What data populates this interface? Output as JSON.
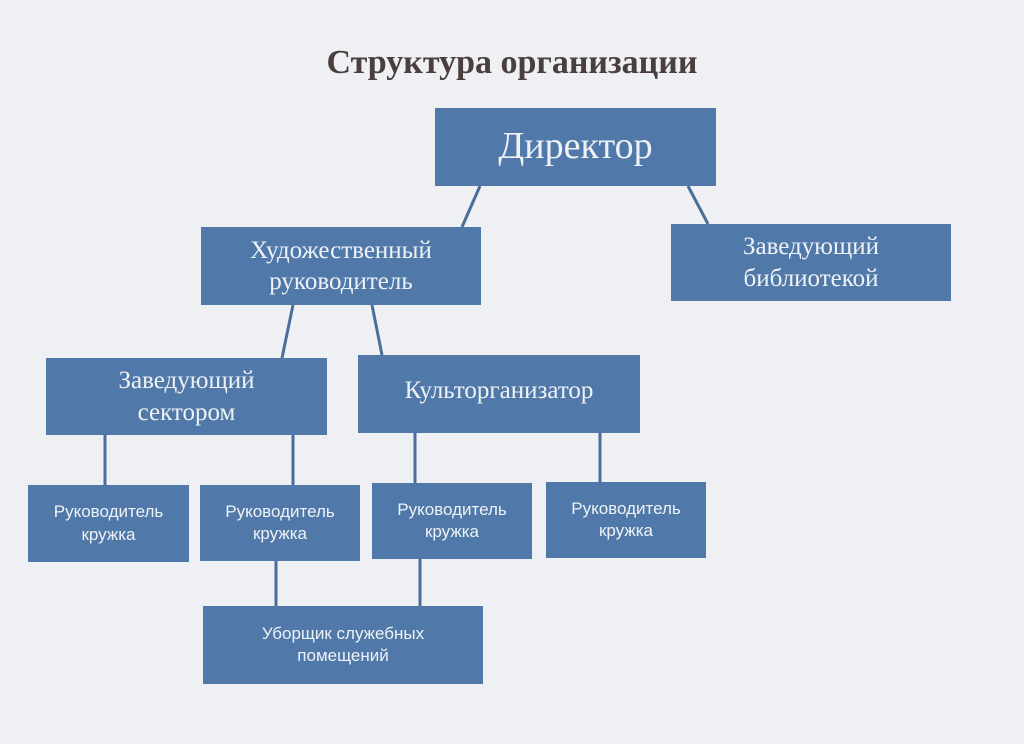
{
  "title": "Структура организации",
  "colors": {
    "box": "#5079a9",
    "text": "#eef2f6",
    "line": "#4a6e9a"
  },
  "nodes": {
    "director": "Директор",
    "art_director": "Художественный руководитель",
    "library_head": "Заведующий библиотекой",
    "sector_head": "Заведующий сектором",
    "culture_organizer": "Культорганизатор",
    "club_leader_1": "Руководитель кружка",
    "club_leader_2": "Руководитель кружка",
    "club_leader_3": "Руководитель кружка",
    "club_leader_4": "Руководитель кружка",
    "cleaner": "Уборщик служебных помещений"
  }
}
